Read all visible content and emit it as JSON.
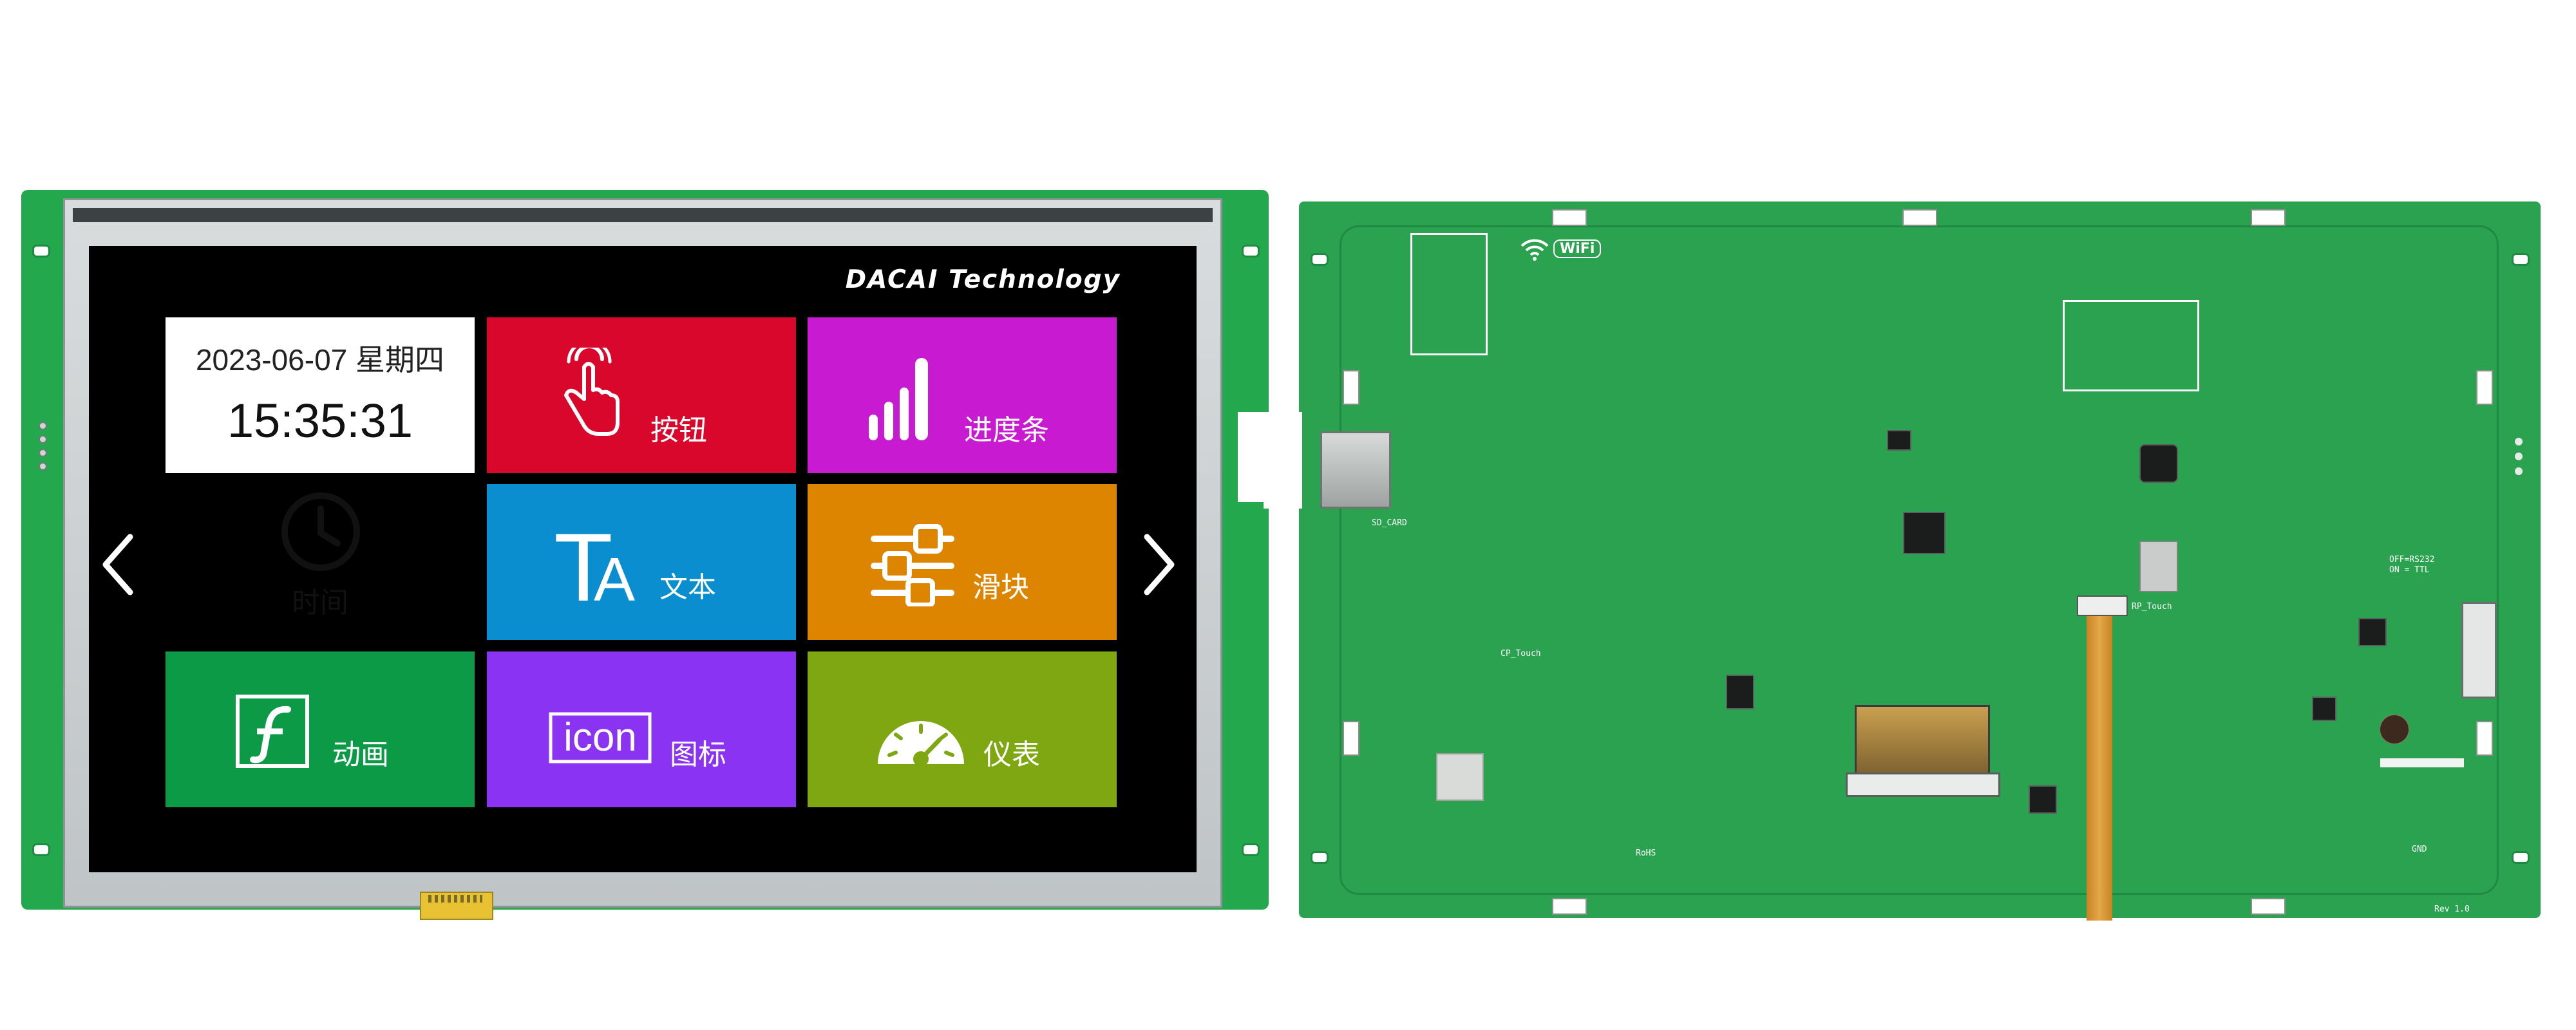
{
  "hmi_screen": {
    "brand": "DACAI Technology",
    "clock_tile": {
      "date": "2023-06-07 星期四",
      "time": "15:35:31",
      "label": "时间",
      "icon": "clock-icon"
    },
    "tiles": [
      {
        "id": "button",
        "label": "按钮",
        "color": "#d8072b",
        "icon": "touch-hand-icon"
      },
      {
        "id": "progress",
        "label": "进度条",
        "color": "#c81ad0",
        "icon": "signal-bars-icon"
      },
      {
        "id": "text",
        "label": "文本",
        "color": "#0a8ecf",
        "icon": "text-ta-icon"
      },
      {
        "id": "slider",
        "label": "滑块",
        "color": "#dd8500",
        "icon": "sliders-icon"
      },
      {
        "id": "animation",
        "label": "动画",
        "color": "#0c9a46",
        "icon": "flash-icon"
      },
      {
        "id": "icon",
        "label": "图标",
        "color": "#8a33f2",
        "icon": "icon-box-icon",
        "icon_text": "icon"
      },
      {
        "id": "gauge",
        "label": "仪表",
        "color": "#7ea711",
        "icon": "gauge-icon"
      }
    ],
    "nav": {
      "prev_icon": "chevron-left-icon",
      "next_icon": "chevron-right-icon"
    }
  },
  "board_back": {
    "wifi_label": "WiFi",
    "silkscreen": {
      "sd_card": "SD_CARD",
      "cp_touch": "CP_Touch",
      "rp_touch": "RP_Touch",
      "rev": "Rev 1.0",
      "uart_mode": "OFF=RS232",
      "uart_mode_on": "ON = TTL",
      "gnd": "GND",
      "rohs": "RoHS"
    }
  },
  "colors": {
    "pcb_front": "#23a84e",
    "pcb_back": "#2ba24f",
    "screen_bg": "#000000",
    "clock_tile_bg": "#ffffff"
  }
}
